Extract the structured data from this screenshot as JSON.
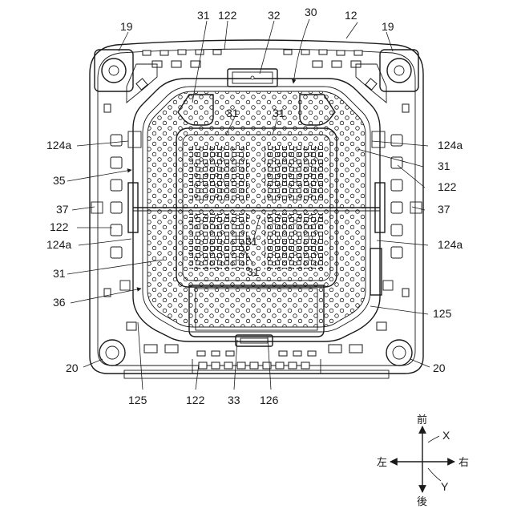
{
  "figure": {
    "labels": {
      "n12": "12",
      "n19l": "19",
      "n19r": "19",
      "n20l": "20",
      "n20r": "20",
      "n30": "30",
      "n31_top": "31",
      "n31_ml": "31",
      "n31_mr": "31",
      "n31_r": "31",
      "n31_c1": "31",
      "n31_c2": "31",
      "n31_l": "31",
      "n32": "32",
      "n33": "33",
      "n35": "35",
      "n36": "36",
      "n37l": "37",
      "n37r": "37",
      "n122_top": "122",
      "n122_l": "122",
      "n122_r": "122",
      "n122_bot": "122",
      "n124a_lt": "124a",
      "n124a_lb": "124a",
      "n124a_rt": "124a",
      "n124a_rb": "124a",
      "n125l": "125",
      "n125r": "125",
      "n126": "126"
    },
    "compass": {
      "front": "前",
      "back": "後",
      "left": "左",
      "right": "右",
      "x_axis": "X",
      "y_axis": "Y"
    }
  }
}
